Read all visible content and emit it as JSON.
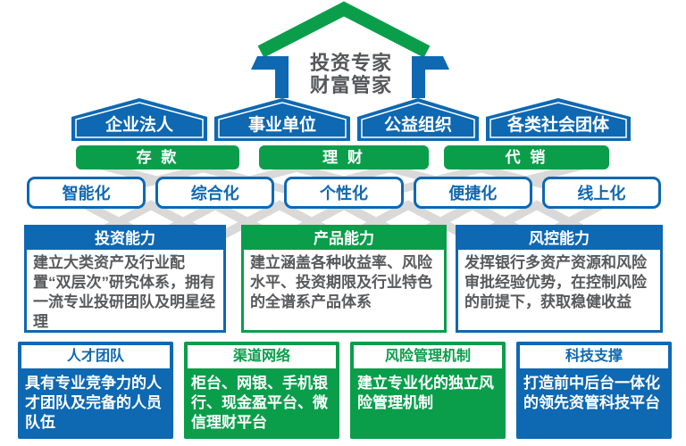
{
  "colors": {
    "blue": "#0e68b2",
    "green": "#0a9e4b",
    "connector_gray": "#d9d9d9",
    "text_dark": "#58595b"
  },
  "apex": {
    "line1": "投资专家",
    "line2": "财富管家"
  },
  "audiences": [
    {
      "label": "企业法人"
    },
    {
      "label": "事业单位"
    },
    {
      "label": "公益组织"
    },
    {
      "label": "各类社会团体"
    }
  ],
  "services": [
    {
      "label": "存 款"
    },
    {
      "label": "理 财"
    },
    {
      "label": "代 销"
    }
  ],
  "features": [
    {
      "label": "智能化"
    },
    {
      "label": "综合化"
    },
    {
      "label": "个性化"
    },
    {
      "label": "便捷化"
    },
    {
      "label": "线上化"
    }
  ],
  "capabilities": [
    {
      "title": "投资能力",
      "color": "#0e68b2",
      "desc": "建立大类资产及行业配置“双层次”研究体系，拥有一流专业投研团队及明星经理"
    },
    {
      "title": "产品能力",
      "color": "#0a9e4b",
      "desc": "建立涵盖各种收益率、风险水平、投资期限及行业特色的全谱系产品体系"
    },
    {
      "title": "风控能力",
      "color": "#0e68b2",
      "desc": "发挥银行多资产资源和风险审批经验优势，在控制风险的前提下，获取稳健收益"
    }
  ],
  "foundations": [
    {
      "title": "人才团队",
      "color": "#0e68b2",
      "desc": "具有专业竞争力的人才团队及完备的人员队伍"
    },
    {
      "title": "渠道网络",
      "color": "#0a9e4b",
      "desc": "柜台、网银、手机银行、现金盈平台、微信理财平台"
    },
    {
      "title": "风险管理机制",
      "color": "#0a9e4b",
      "desc": "建立专业化的独立风险管理机制"
    },
    {
      "title": "科技支撑",
      "color": "#0e68b2",
      "desc": "打造前中后台一体化的领先资管科技平台"
    }
  ]
}
